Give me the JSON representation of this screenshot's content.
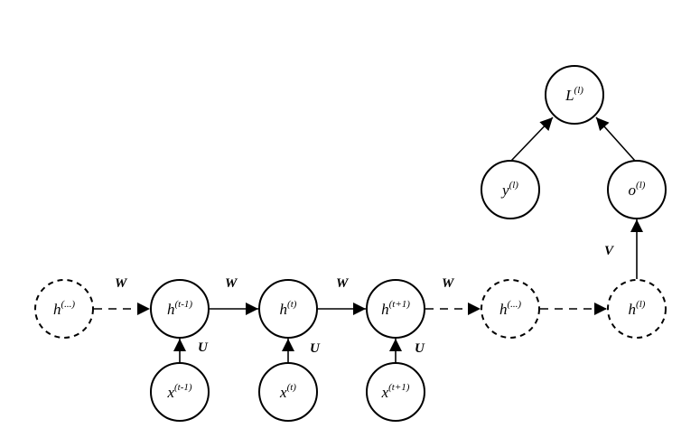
{
  "nodes": {
    "h_prev": {
      "base": "h",
      "sup": "(...)"
    },
    "h_tm1": {
      "base": "h",
      "sup": "(t-1)"
    },
    "h_t": {
      "base": "h",
      "sup": "(t)"
    },
    "h_tp1": {
      "base": "h",
      "sup": "(t+1)"
    },
    "h_next": {
      "base": "h",
      "sup": "(...)"
    },
    "h_l": {
      "base": "h",
      "sup": "(l)"
    },
    "x_tm1": {
      "base": "x",
      "sup": "(t-1)"
    },
    "x_t": {
      "base": "x",
      "sup": "(t)"
    },
    "x_tp1": {
      "base": "x",
      "sup": "(t+1)"
    },
    "o_l": {
      "base": "o",
      "sup": "(l)"
    },
    "y_l": {
      "base": "y",
      "sup": "(l)"
    },
    "L_l": {
      "base": "L",
      "sup": "(l)"
    }
  },
  "weights": {
    "W": "W",
    "U": "U",
    "V": "V"
  }
}
